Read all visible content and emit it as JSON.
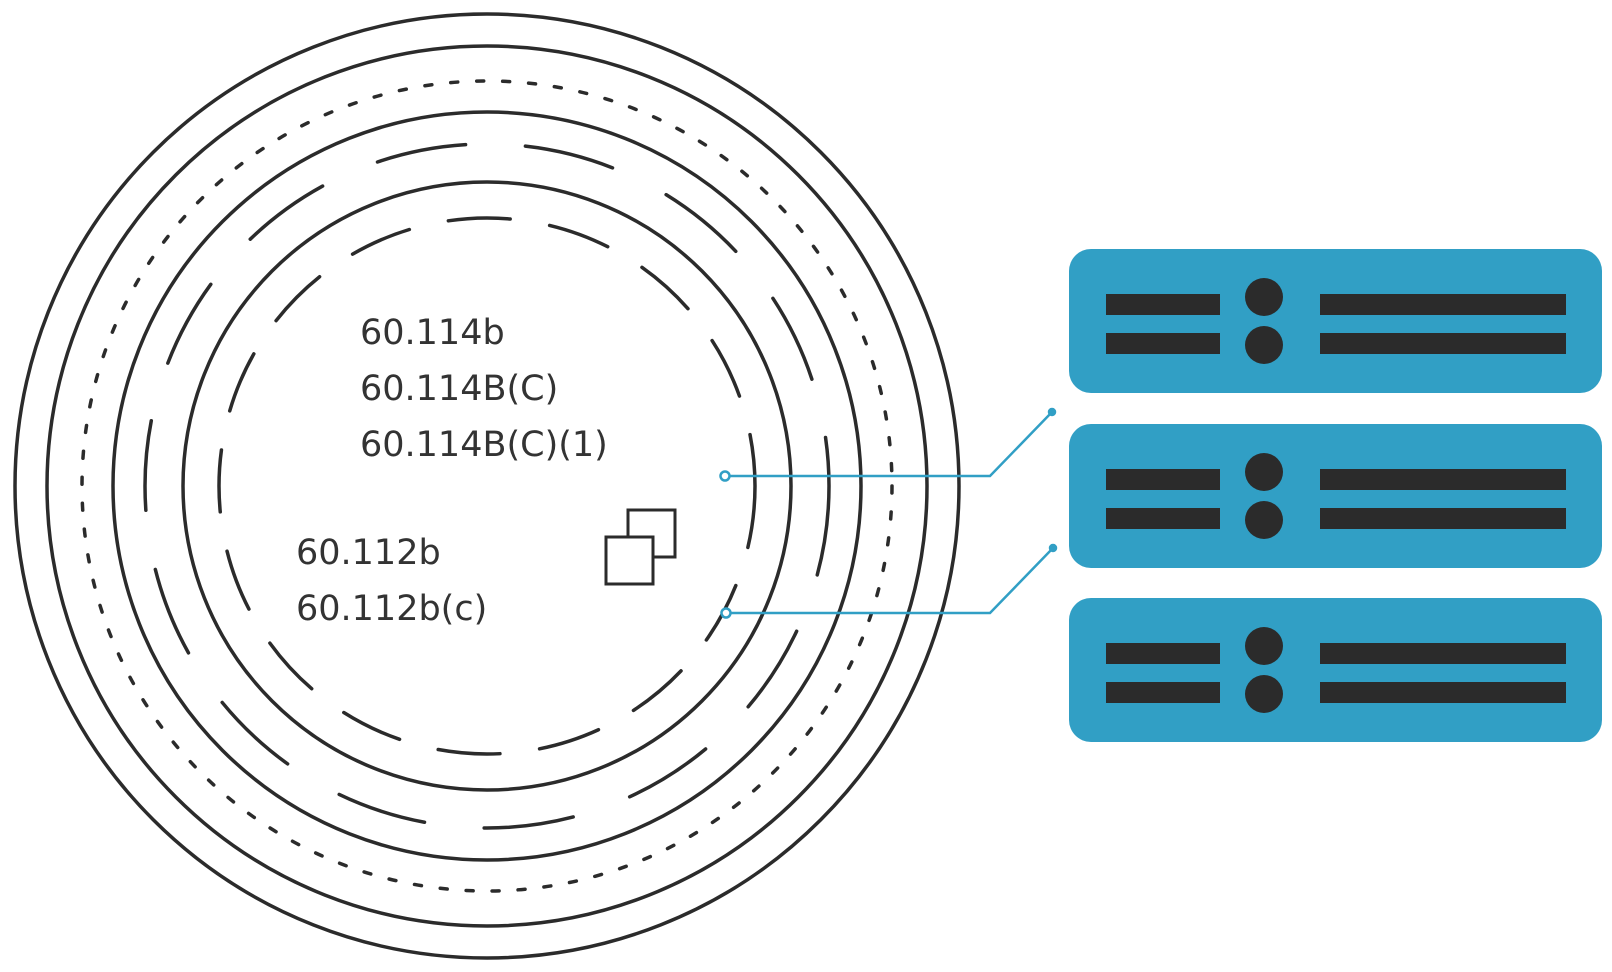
{
  "labels": {
    "group_114": [
      "60.114b",
      "60.114B(C)",
      "60.114B(C)(1)"
    ],
    "group_112": [
      "60.112b",
      "60.112b(c)"
    ]
  },
  "colors": {
    "ring": "#2b2b2b",
    "server_fill": "#319fc5",
    "server_detail": "#2b2b2b",
    "connector": "#319fc5",
    "text": "#333333"
  },
  "icons": {
    "center": "copy-icon",
    "servers": "server-icon"
  },
  "servers": {
    "count": 3
  }
}
